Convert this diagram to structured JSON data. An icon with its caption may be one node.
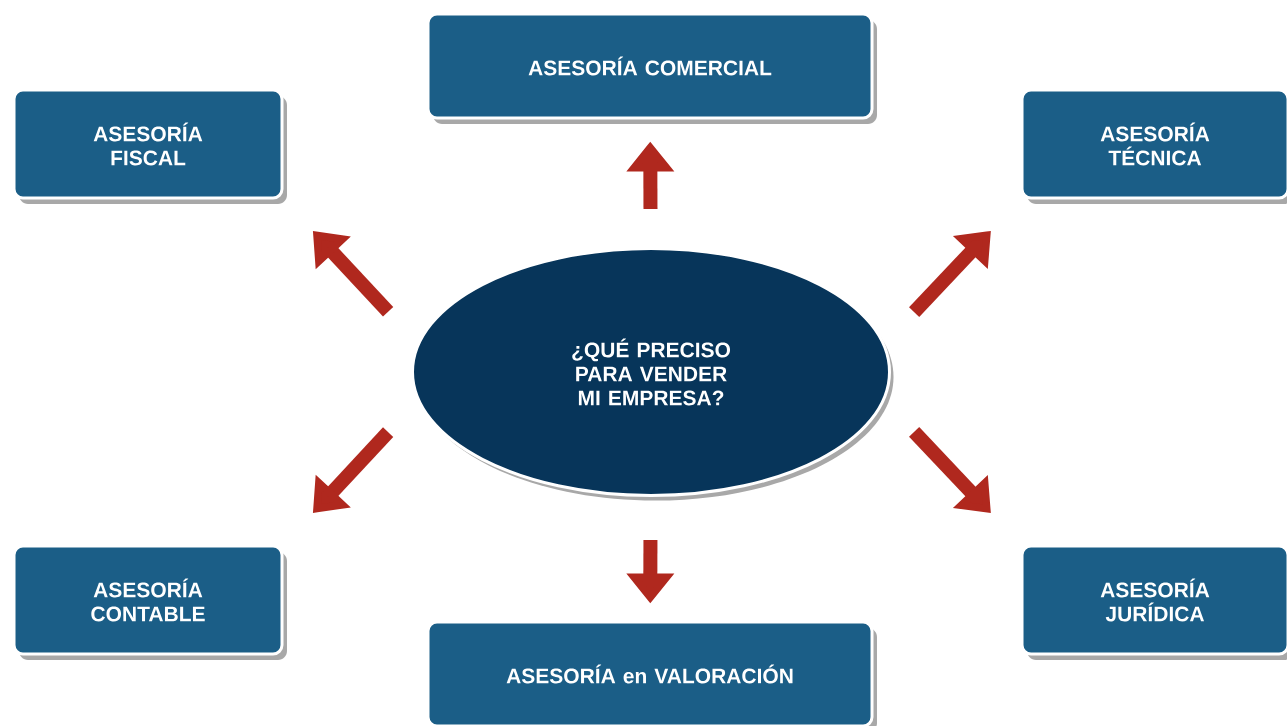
{
  "diagram": {
    "nodes": [
      {
        "text": [
          "ASESORÍA COMERCIAL"
        ]
      },
      {
        "text": [
          "ASESORÍA FISCAL"
        ]
      },
      {
        "text": [
          "ASESORÍA TÉCNICA"
        ]
      },
      {
        "text": [
          "¿QUÉ PRECISO PARA VENDER MI EMPRESA?"
        ]
      },
      {
        "text": [
          "ASESORÍA CONTABLE"
        ]
      },
      {
        "text": [
          "ASESORÍA JURÍDICA"
        ]
      },
      {
        "text": [
          "ASESORÍA en VALORACIÓN"
        ]
      }
    ],
    "edges": [
      {
        "from": 3,
        "to": 0,
        "arrow": "to"
      },
      {
        "from": 3,
        "to": 1,
        "arrow": "to"
      },
      {
        "from": 3,
        "to": 2,
        "arrow": "to"
      },
      {
        "from": 3,
        "to": 4,
        "arrow": "to"
      },
      {
        "from": 3,
        "to": 5,
        "arrow": "to"
      },
      {
        "from": 3,
        "to": 6,
        "arrow": "to"
      }
    ]
  }
}
